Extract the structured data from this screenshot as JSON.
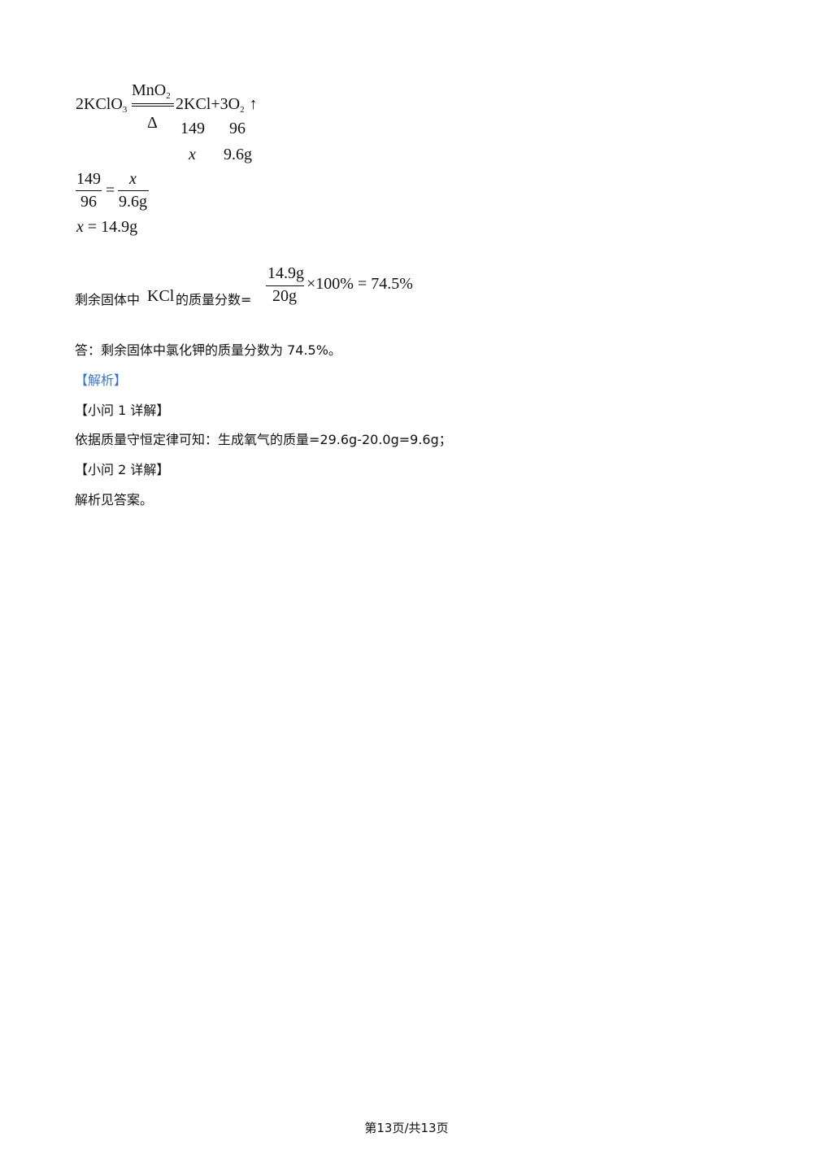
{
  "equation": {
    "reactant": "2KClO",
    "reactant_sub": "3",
    "catalyst": "MnO",
    "catalyst_sub": "2",
    "condition": "Δ",
    "product1": "2KCl+3O",
    "product_sub": "2",
    "arrow": "↑",
    "ratio_a": "149",
    "ratio_b": "96",
    "var_a": "x",
    "var_b": "9.6g"
  },
  "proportion": {
    "left_num": "149",
    "left_den": "96",
    "eq": "=",
    "right_num": "x",
    "right_den": "9.6g"
  },
  "solve": {
    "var": "x",
    "rest": "= 14.9g"
  },
  "fraction_line": {
    "prefix": "剩余固体中",
    "kcl": "KCl",
    "suffix": "的质量分数=",
    "num": "14.9g",
    "den": "20g",
    "tail": "×100% = 74.5%"
  },
  "answer": "答：剩余固体中氯化钾的质量分数为 74.5%。",
  "analysis_label": "【解析】",
  "q1_label": "【小问 1 详解】",
  "q1_text": "依据质量守恒定律可知：生成氧气的质量=29.6g-20.0g=9.6g；",
  "q2_label": "【小问 2 详解】",
  "q2_text": "解析见答案。",
  "footer": "第13页/共13页"
}
